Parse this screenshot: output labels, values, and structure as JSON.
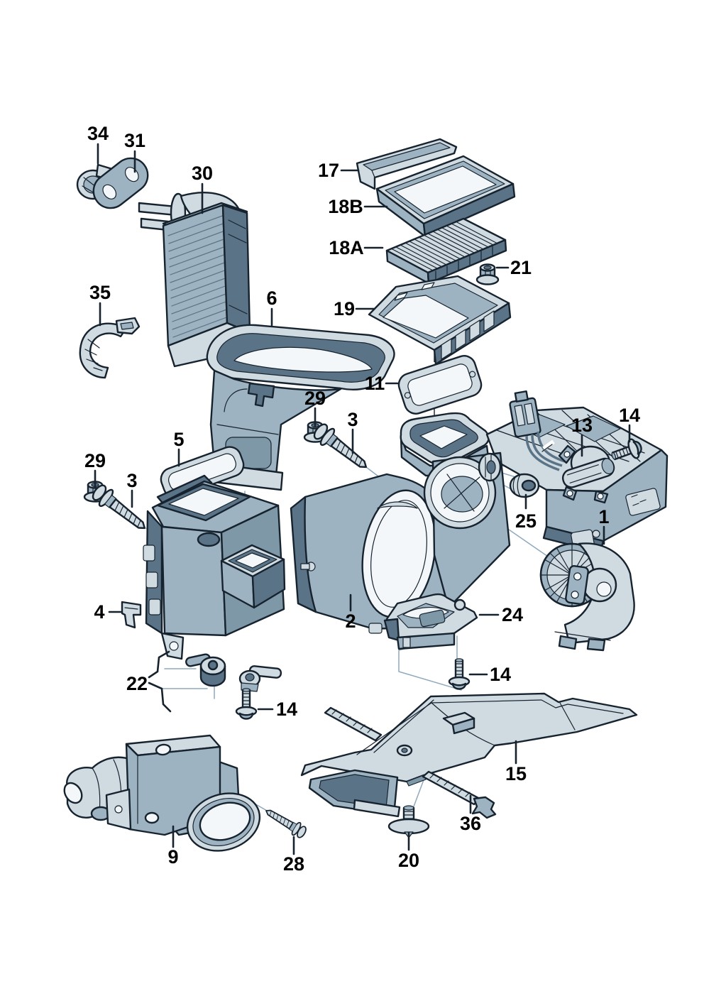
{
  "palette": {
    "bg": "#ffffff",
    "outline": "#16232f",
    "light": "#cfdae1",
    "mid": "#9db3c1",
    "dark": "#7e98a8",
    "deep": "#5a7386",
    "white": "#f4f7f9",
    "guide": "#8fa9bd",
    "label": "#000000"
  },
  "callouts": [
    {
      "label": "34"
    },
    {
      "label": "31"
    },
    {
      "label": "30"
    },
    {
      "label": "35"
    },
    {
      "label": "6"
    },
    {
      "label": "17"
    },
    {
      "label": "18B"
    },
    {
      "label": "18A"
    },
    {
      "label": "21"
    },
    {
      "label": "19"
    },
    {
      "label": "11"
    },
    {
      "label": "29"
    },
    {
      "label": "3"
    },
    {
      "label": "13"
    },
    {
      "label": "14"
    },
    {
      "label": "5"
    },
    {
      "label": "29"
    },
    {
      "label": "3"
    },
    {
      "label": "25"
    },
    {
      "label": "1"
    },
    {
      "label": "2"
    },
    {
      "label": "24"
    },
    {
      "label": "14"
    },
    {
      "label": "4"
    },
    {
      "label": "22"
    },
    {
      "label": "14"
    },
    {
      "label": "9"
    },
    {
      "label": "28"
    },
    {
      "label": "15"
    },
    {
      "label": "36"
    },
    {
      "label": "20"
    }
  ]
}
